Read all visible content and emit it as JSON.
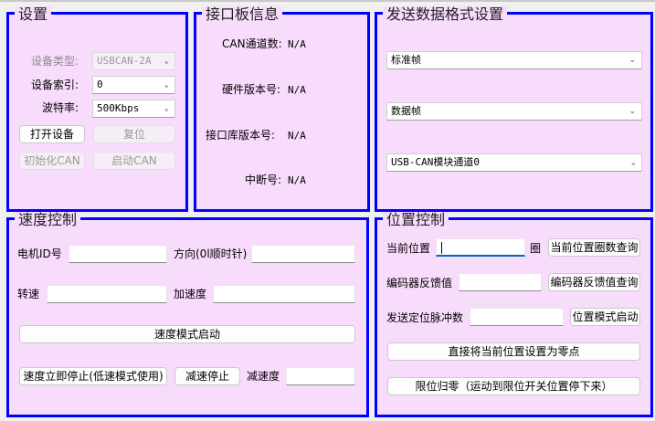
{
  "settings": {
    "title": "设置",
    "device_type_label": "设备类型:",
    "device_type_value": "USBCAN-2A",
    "device_index_label": "设备索引:",
    "device_index_value": "0",
    "baud_label": "波特率:",
    "baud_value": "500Kbps",
    "open_button": "打开设备",
    "reset_button": "复位",
    "init_can_button": "初始化CAN",
    "start_can_button": "启动CAN",
    "chevron_icon": "chevron-down-icon"
  },
  "board_info": {
    "title": "接口板信息",
    "can_channels_label": "CAN通道数:",
    "can_channels_value": "N/A",
    "hw_version_label": "硬件版本号:",
    "hw_version_value": "N/A",
    "lib_version_label": "接口库版本号:",
    "lib_version_value": "N/A",
    "interrupt_label": "中断号:",
    "interrupt_value": "N/A"
  },
  "send_format": {
    "title": "发送数据格式设置",
    "frame_type": "标准帧",
    "frame_format": "数据帧",
    "channel": "USB-CAN模块通道0"
  },
  "speed_control": {
    "title": "速度控制",
    "motor_id_label": "电机ID号",
    "motor_id_value": "",
    "direction_label": "方向(0l顺时针)",
    "direction_value": "",
    "speed_label": "转速",
    "speed_value": "",
    "accel_label": "加速度",
    "accel_value": "",
    "start_button": "速度模式启动",
    "stop_now_button": "速度立即停止(低速模式使用)",
    "decel_stop_button": "减速停止",
    "decel_label": "减速度",
    "decel_value": ""
  },
  "position_control": {
    "title": "位置控制",
    "current_pos_label": "当前位置",
    "current_pos_value": "",
    "turns_unit": "圈",
    "query_turns_button": "当前位置圈数查询",
    "encoder_label": "编码器反馈值",
    "encoder_value": "",
    "query_encoder_button": "编码器反馈值查询",
    "pulses_label": "发送定位脉冲数",
    "pulses_value": "",
    "pos_mode_button": "位置模式启动",
    "set_zero_button": "直接将当前位置设置为零点",
    "limit_home_button": "限位归零（运动到限位开关位置停下来）"
  },
  "colors": {
    "border": "#0000ff",
    "panel_bg": "#f8dcfc",
    "focus": "#0067c0"
  }
}
